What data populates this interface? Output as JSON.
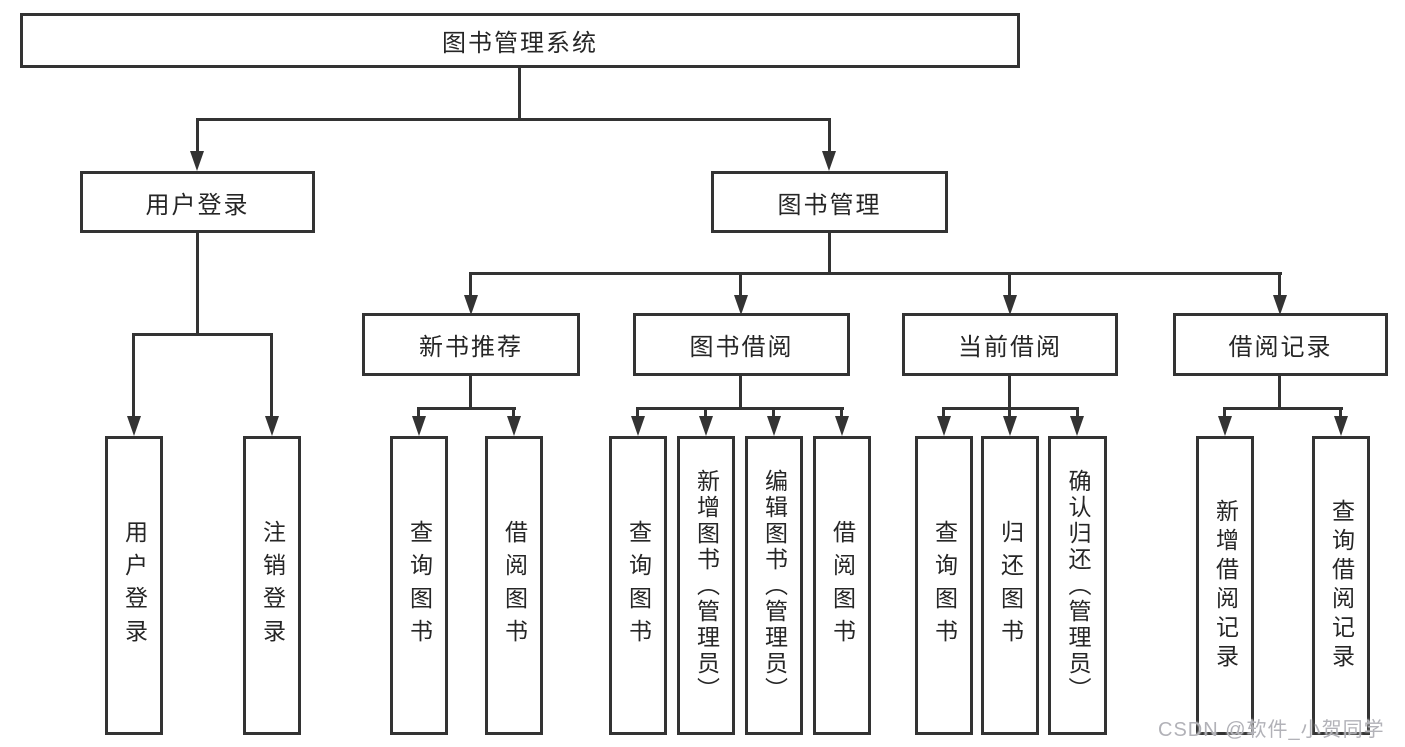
{
  "diagram": {
    "title": "图书管理系统",
    "root": {
      "label": "图书管理系统"
    },
    "level2": [
      {
        "label": "用户登录"
      },
      {
        "label": "图书管理"
      }
    ],
    "level3": [
      {
        "label": "新书推荐",
        "parent": "图书管理"
      },
      {
        "label": "图书借阅",
        "parent": "图书管理"
      },
      {
        "label": "当前借阅",
        "parent": "图书管理"
      },
      {
        "label": "借阅记录",
        "parent": "图书管理"
      }
    ],
    "leaves": [
      {
        "label": "用户登录",
        "parent": "用户登录"
      },
      {
        "label": "注销登录",
        "parent": "用户登录"
      },
      {
        "label": "查询图书",
        "parent": "新书推荐"
      },
      {
        "label": "借阅图书",
        "parent": "新书推荐"
      },
      {
        "label": "查询图书",
        "parent": "图书借阅"
      },
      {
        "label": "新增图书（管理员）",
        "parent": "图书借阅"
      },
      {
        "label": "编辑图书（管理员）",
        "parent": "图书借阅"
      },
      {
        "label": "借阅图书",
        "parent": "图书借阅"
      },
      {
        "label": "查询图书",
        "parent": "当前借阅"
      },
      {
        "label": "归还图书",
        "parent": "当前借阅"
      },
      {
        "label": "确认归还（管理员）",
        "parent": "当前借阅"
      },
      {
        "label": "新增借阅记录",
        "parent": "借阅记录"
      },
      {
        "label": "查询借阅记录",
        "parent": "借阅记录"
      }
    ]
  },
  "watermark": {
    "text": "CSDN @软件_小贺同学"
  },
  "colors": {
    "line": "#333333",
    "box_border": "#333333",
    "background": "#ffffff",
    "text": "#262626",
    "watermark": "#b2b2b8"
  }
}
